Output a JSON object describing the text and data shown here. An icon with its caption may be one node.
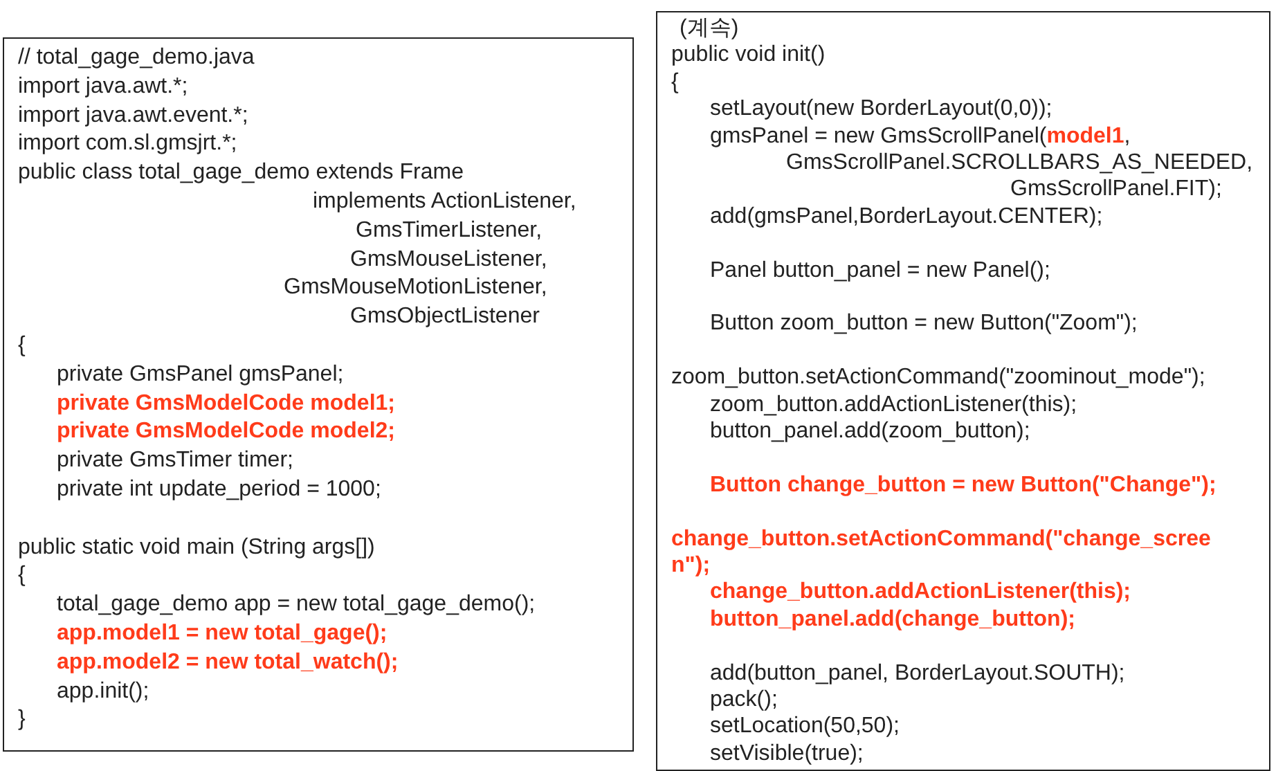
{
  "diagram": {
    "nodes": [
      {
        "text": [
          "// total_gage_demo.java",
          "import java.awt.*;",
          "import java.awt.event.*;",
          "import com.sl.gmsjrt.*;",
          "public class total_gage_demo extends Frame",
          "implements ActionListener,",
          "GmsTimerListener,",
          "GmsMouseListener,",
          "GmsMouseMotionListener,",
          "GmsObjectListener",
          "{",
          "private GmsPanel gmsPanel;",
          "**private GmsModelCode model1;**",
          "**private GmsModelCode model2;**",
          "private GmsTimer timer;",
          "private int update_period = 1000;",
          "public static void main (String args[])",
          "{",
          "total_gage_demo app = new total_gage_demo();",
          "**app.model1 = new total_gage();**",
          "**app.model2 = new total_watch();**",
          "app.init();",
          "}"
        ]
      },
      {
        "text": [
          "(계속)",
          "public void init()",
          "{",
          "setLayout(new BorderLayout(0,0));",
          "gmsPanel = new GmsScrollPanel(**model1**,",
          "GmsScrollPanel.SCROLLBARS_AS_NEEDED,",
          "GmsScrollPanel.FIT);",
          "add(gmsPanel,BorderLayout.CENTER);",
          "Panel button_panel = new Panel();",
          "Button zoom_button = new Button(\"Zoom\");",
          "zoom_button.setActionCommand(\"zoominout_mode\");",
          "zoom_button.addActionListener(this);",
          "button_panel.add(zoom_button);",
          "**Button change_button = new Button(\"Change\");**",
          "**change_button.setActionCommand(\"change_screen\");**",
          "**change_button.addActionListener(this);**",
          "**button_panel.add(change_button);**",
          "add(button_panel, BorderLayout.SOUTH);",
          "pack();",
          "setLocation(50,50);",
          "setVisible(true);"
        ]
      }
    ]
  }
}
